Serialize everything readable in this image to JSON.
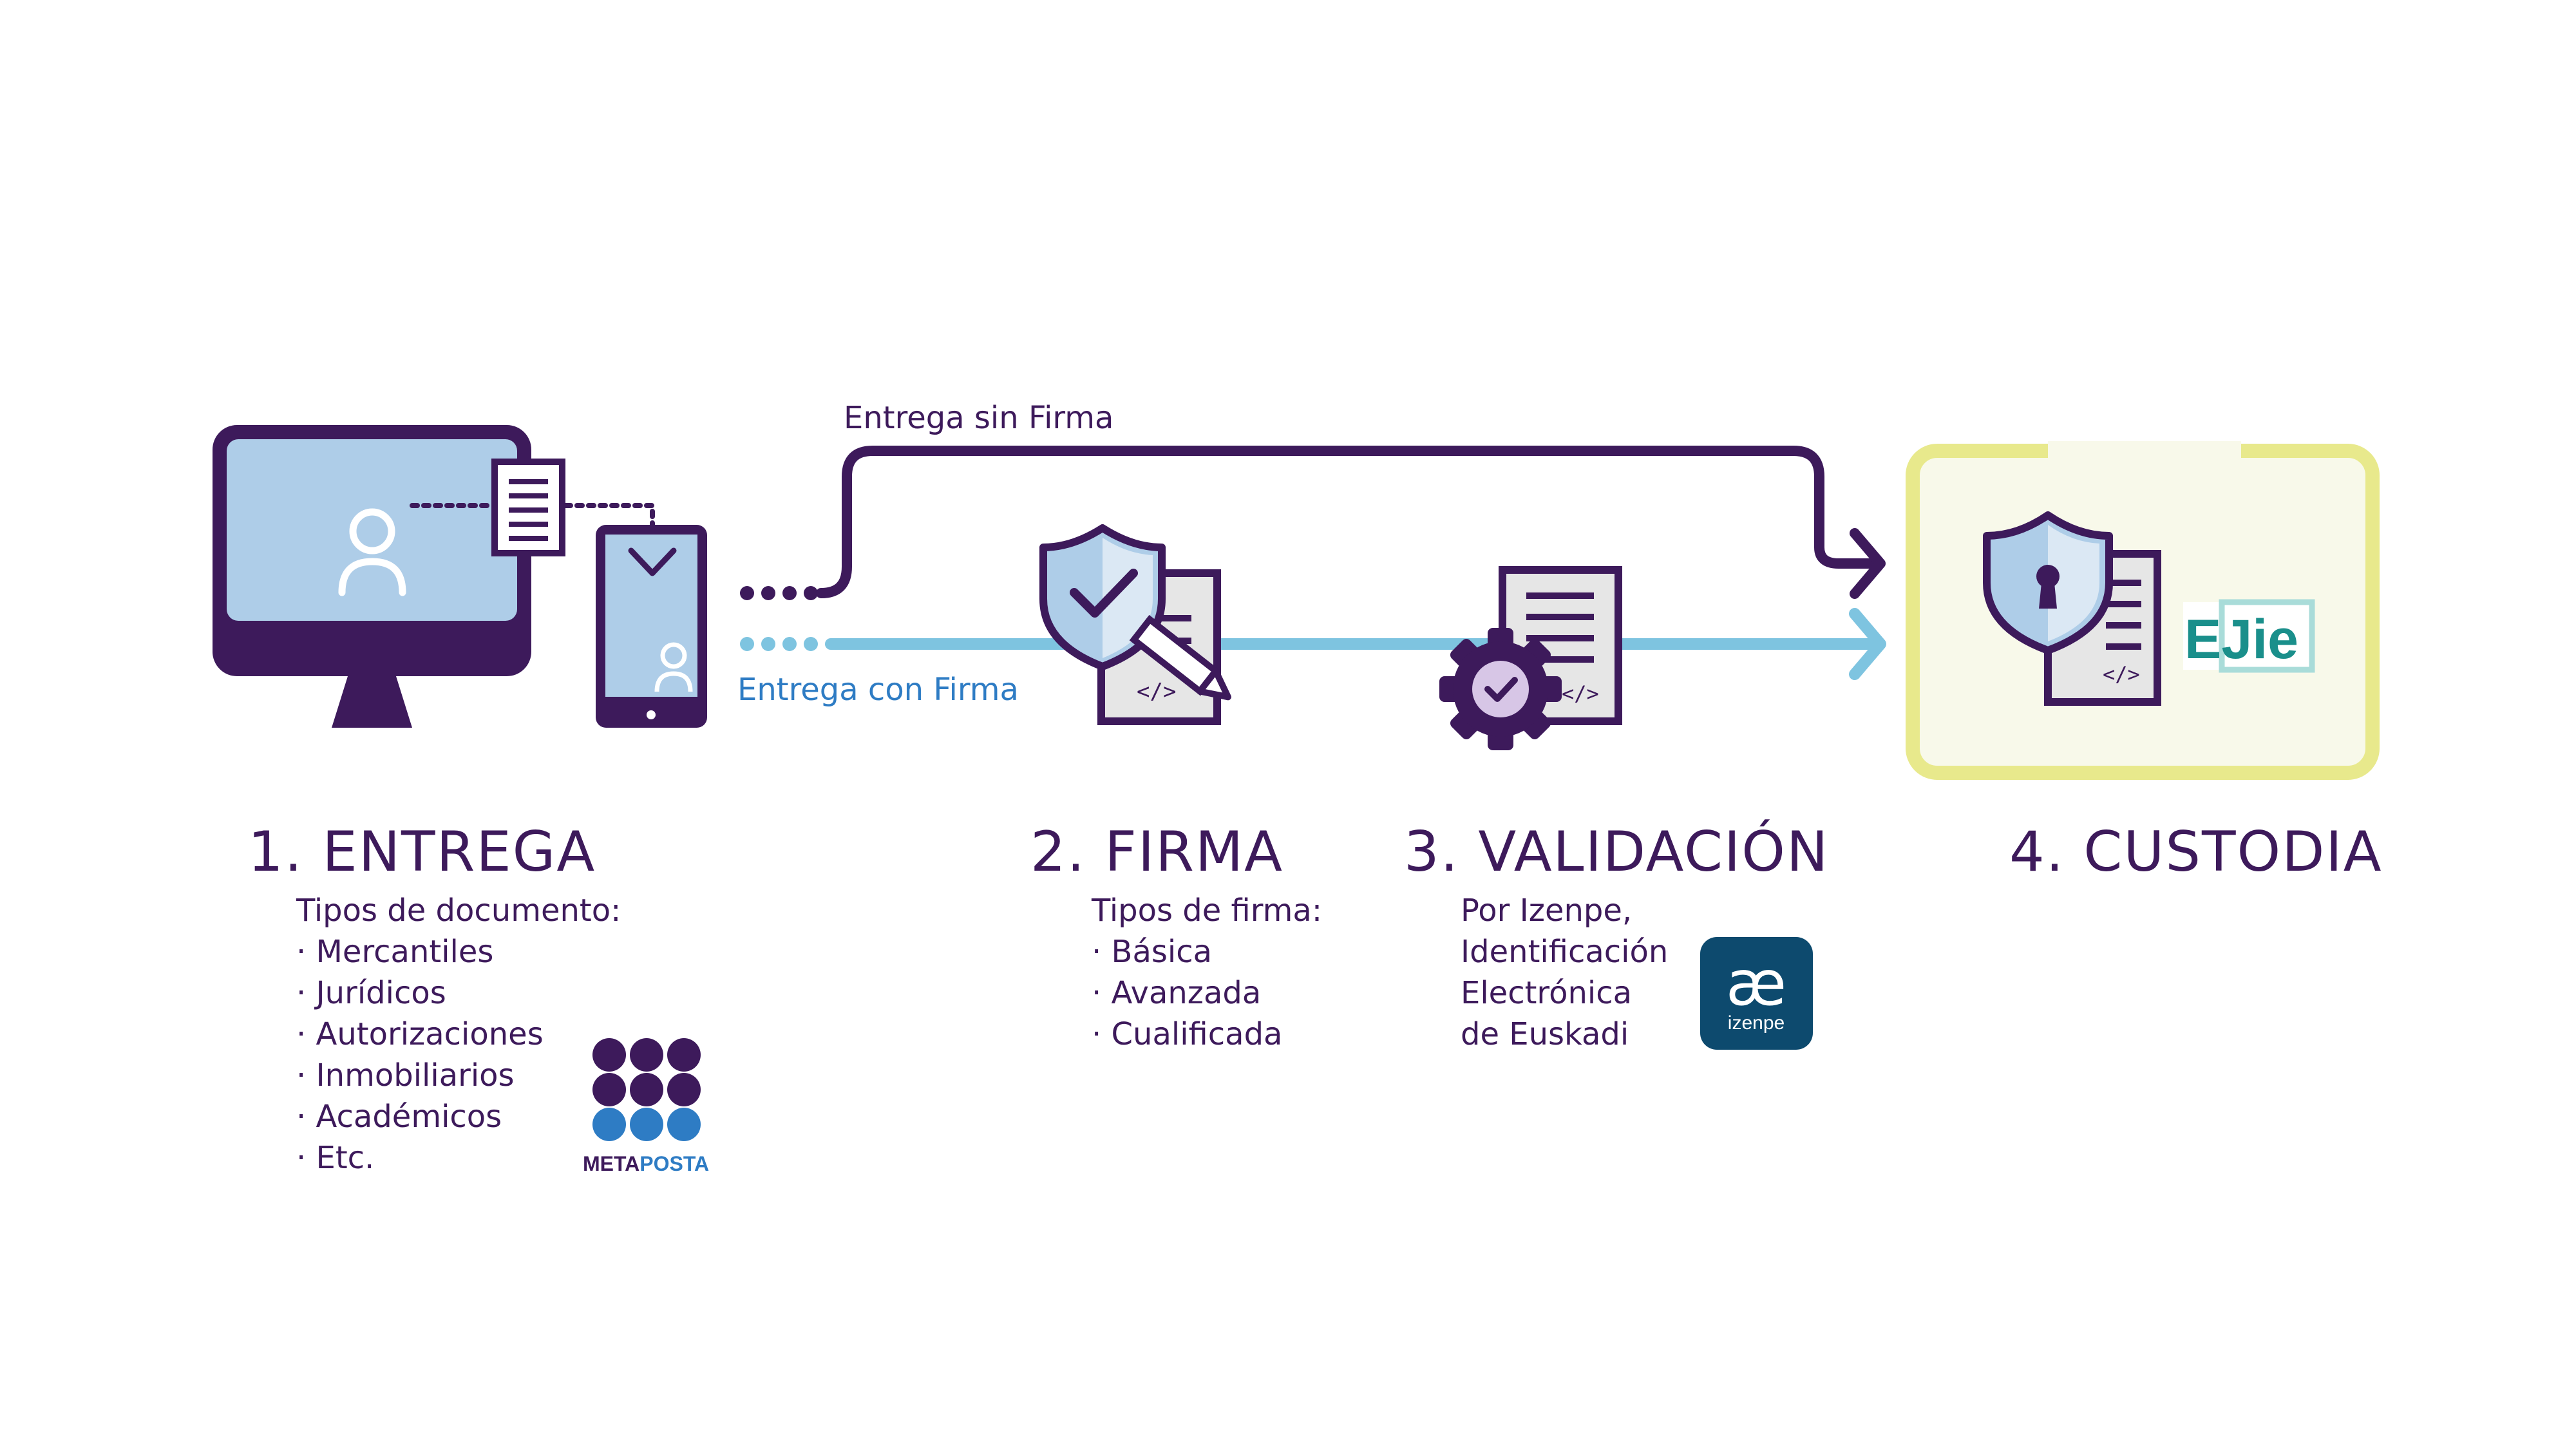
{
  "colors": {
    "purple": "#3d1a5b",
    "light_blue": "#7ec4e0",
    "screen_blue": "#aecde8",
    "doc_gray": "#e6e6e6",
    "custody_border": "#e8e98c",
    "custody_fill": "#f8f9ea",
    "metaposta_blue": "#2e7cc4",
    "izenpe_bg": "#0d4a6e",
    "ejie_teal": "#1a8f8b"
  },
  "flows": {
    "unsigned_label": "Entrega sin Firma",
    "signed_label": "Entrega con Firma"
  },
  "steps": {
    "entrega": {
      "title": "1. ENTREGA",
      "subtitle": "Tipos de documento:",
      "items": [
        "· Mercantiles",
        "· Jurídicos",
        "· Autorizaciones",
        "· Inmobiliarios",
        "· Académicos",
        "· Etc."
      ]
    },
    "firma": {
      "title": "2. FIRMA",
      "subtitle": "Tipos de firma:",
      "items": [
        "· Básica",
        "· Avanzada",
        "· Cualificada"
      ]
    },
    "validacion": {
      "title": "3. VALIDACIÓN",
      "lines": [
        "Por Izenpe,",
        "Identificación",
        "Electrónica",
        "de Euskadi"
      ]
    },
    "custodia": {
      "title": "4. CUSTODIA"
    }
  },
  "logos": {
    "metaposta": {
      "part1": "META",
      "part2": "POSTA"
    },
    "izenpe": {
      "mark": "æ",
      "text": "izenpe"
    },
    "ejie": {
      "text": "EJie"
    }
  },
  "icons": {
    "computer": "desktop-monitor-icon",
    "phone": "smartphone-icon",
    "firma": "shield-check-document-pen-icon",
    "validacion": "gear-check-document-icon",
    "custodia": "shield-lock-document-icon"
  },
  "code_symbol": "</>"
}
